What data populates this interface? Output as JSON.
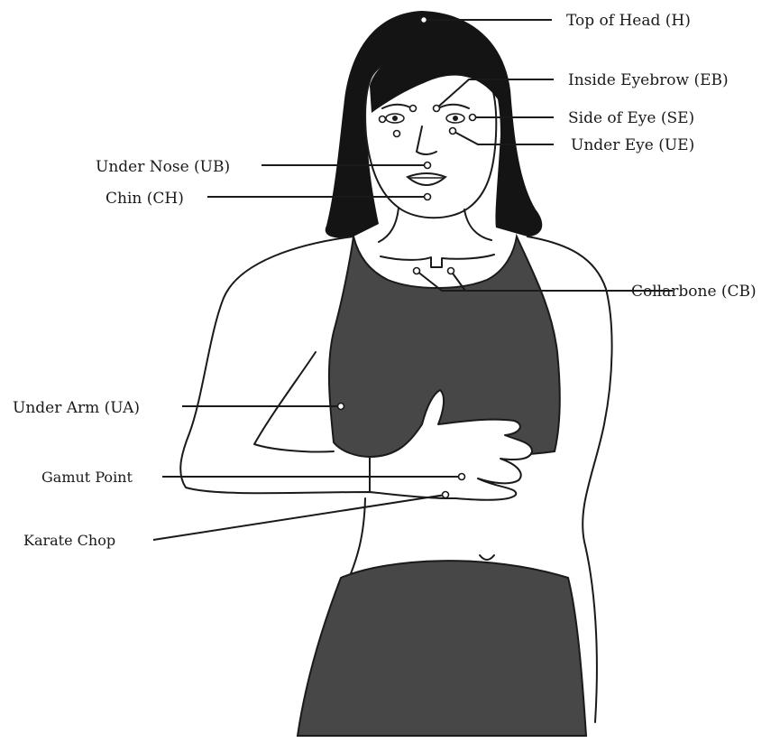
{
  "labels": {
    "top_of_head": "Top of Head (H)",
    "inside_eyebrow": "Inside Eyebrow (EB)",
    "side_of_eye": "Side of Eye (SE)",
    "under_eye": "Under Eye (UE)",
    "under_nose": "Under Nose (UB)",
    "chin": "Chin (CH)",
    "collarbone": "Collarbone (CB)",
    "under_arm": "Under Arm (UA)",
    "gamut_point": "Gamut Point",
    "karate_chop": "Karate Chop"
  },
  "colors": {
    "ink": "#1a1a1a",
    "hair": "#141414",
    "clothing": "#474747",
    "background": "#ffffff"
  }
}
